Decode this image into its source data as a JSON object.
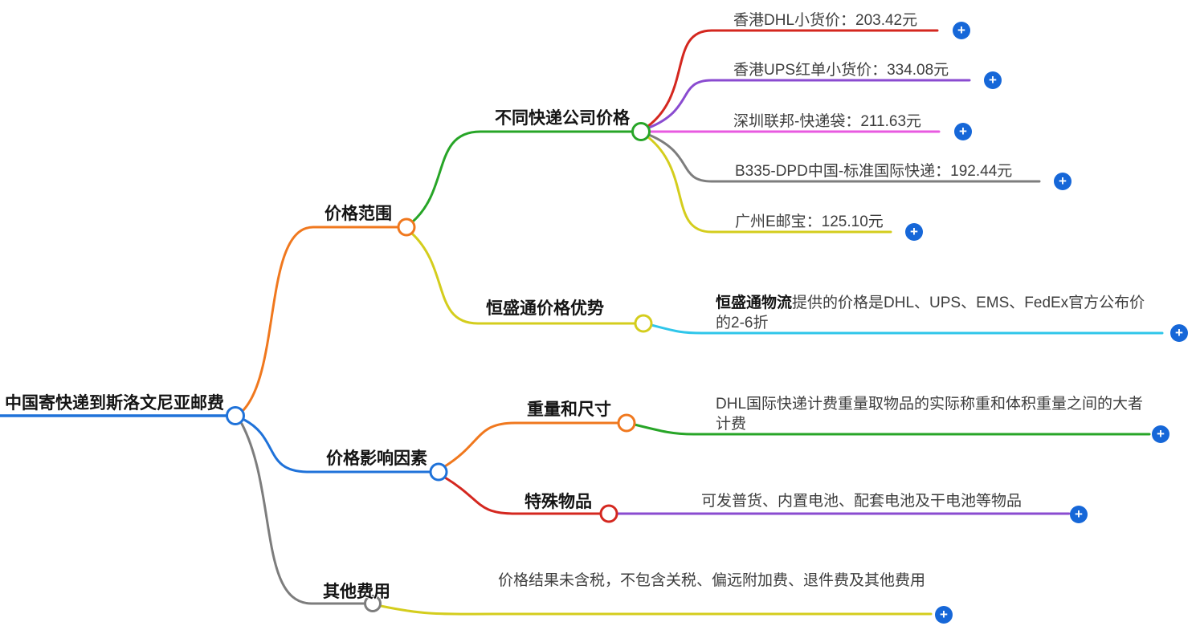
{
  "palette": {
    "blue": "#1f72d9",
    "orange": "#f0781e",
    "green": "#27a527",
    "yellow": "#d4cd1d",
    "gray": "#7d7d7d",
    "red": "#d4271f",
    "purple": "#8a4bd0",
    "pink": "#e85ae0",
    "cyan": "#2fc6ea",
    "plus_blue": "#1667d8",
    "node_fill": "#ffffff"
  },
  "root": {
    "label": "中国寄快递到斯洛文尼亚邮费"
  },
  "branches": {
    "price_range": {
      "label": "价格范围"
    },
    "price_factors": {
      "label": "价格影响因素"
    },
    "other_fees": {
      "label": "其他费用"
    }
  },
  "subbranches": {
    "company_prices": {
      "label": "不同快递公司价格"
    },
    "hst_advantage": {
      "label": "恒盛通价格优势"
    },
    "weight_size": {
      "label": "重量和尺寸"
    },
    "special_items": {
      "label": "特殊物品"
    }
  },
  "leaves": {
    "hk_dhl": "香港DHL小货价：203.42元",
    "hk_ups": "香港UPS红单小货价：334.08元",
    "sz_fedex": "深圳联邦-快递袋：211.63元",
    "dpd": "B335-DPD中国-标准国际快递：192.44元",
    "gz_epacket": "广州E邮宝：125.10元",
    "hst_bold": "恒盛通物流",
    "hst_rest": "提供的价格是DHL、UPS、EMS、FedEx官方公布价的2-6折",
    "weight_desc": "DHL国际快递计费重量取物品的实际称重和体积重量之间的大者计费",
    "special_desc": "可发普货、内置电池、配套电池及干电池等物品",
    "fees_desc": "价格结果未含税，不包含关税、偏远附加费、退件费及其他费用"
  },
  "icons": {
    "expand_plus": "+"
  }
}
